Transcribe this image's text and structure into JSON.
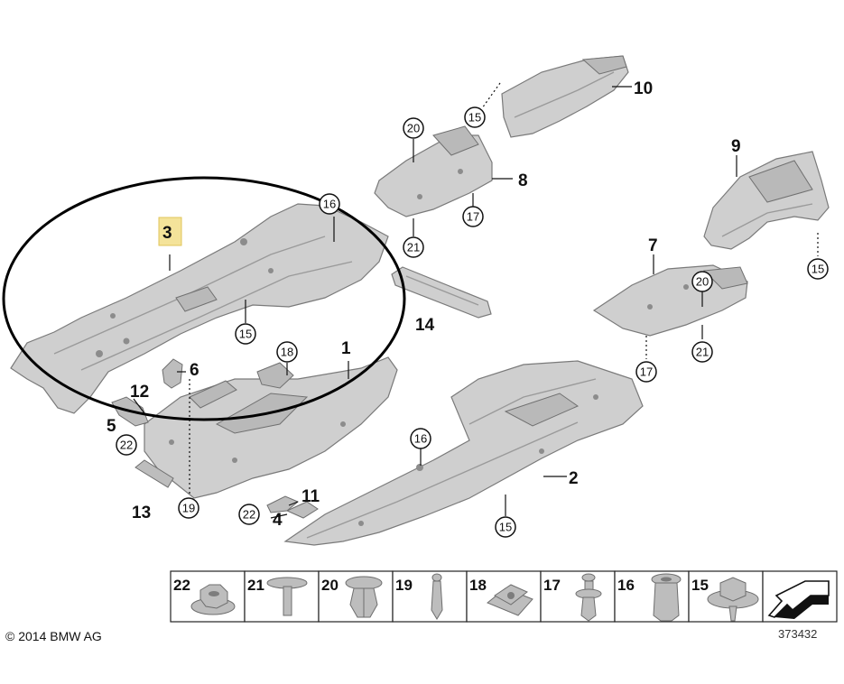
{
  "callouts": {
    "p1": "1",
    "p2": "2",
    "p3": "3",
    "p4": "4",
    "p5": "5",
    "p6": "6",
    "p7": "7",
    "p8": "8",
    "p9": "9",
    "p10": "10",
    "p11": "11",
    "p12": "12",
    "p13": "13",
    "p14": "14"
  },
  "circled": {
    "c15_a": "15",
    "c15_b": "15",
    "c15_c": "15",
    "c15_d": "15",
    "c16_a": "16",
    "c16_b": "16",
    "c17_a": "17",
    "c17_b": "17",
    "c18": "18",
    "c19": "19",
    "c20_a": "20",
    "c20_b": "20",
    "c21_a": "21",
    "c21_b": "21",
    "c22_a": "22",
    "c22_b": "22"
  },
  "legend": {
    "items": [
      {
        "num": "22",
        "icon": "nut-icon"
      },
      {
        "num": "21",
        "icon": "screw-icon"
      },
      {
        "num": "20",
        "icon": "expanding-rivet-icon"
      },
      {
        "num": "19",
        "icon": "pin-icon"
      },
      {
        "num": "18",
        "icon": "clip-nut-icon"
      },
      {
        "num": "17",
        "icon": "push-rivet-icon"
      },
      {
        "num": "16",
        "icon": "grommet-icon"
      },
      {
        "num": "15",
        "icon": "collar-screw-icon"
      }
    ]
  },
  "footer": {
    "copyright": "© 2014 BMW AG",
    "diagram_number": "373432"
  },
  "colors": {
    "highlight": "#f4e39a",
    "part": "#cfcfcf"
  }
}
